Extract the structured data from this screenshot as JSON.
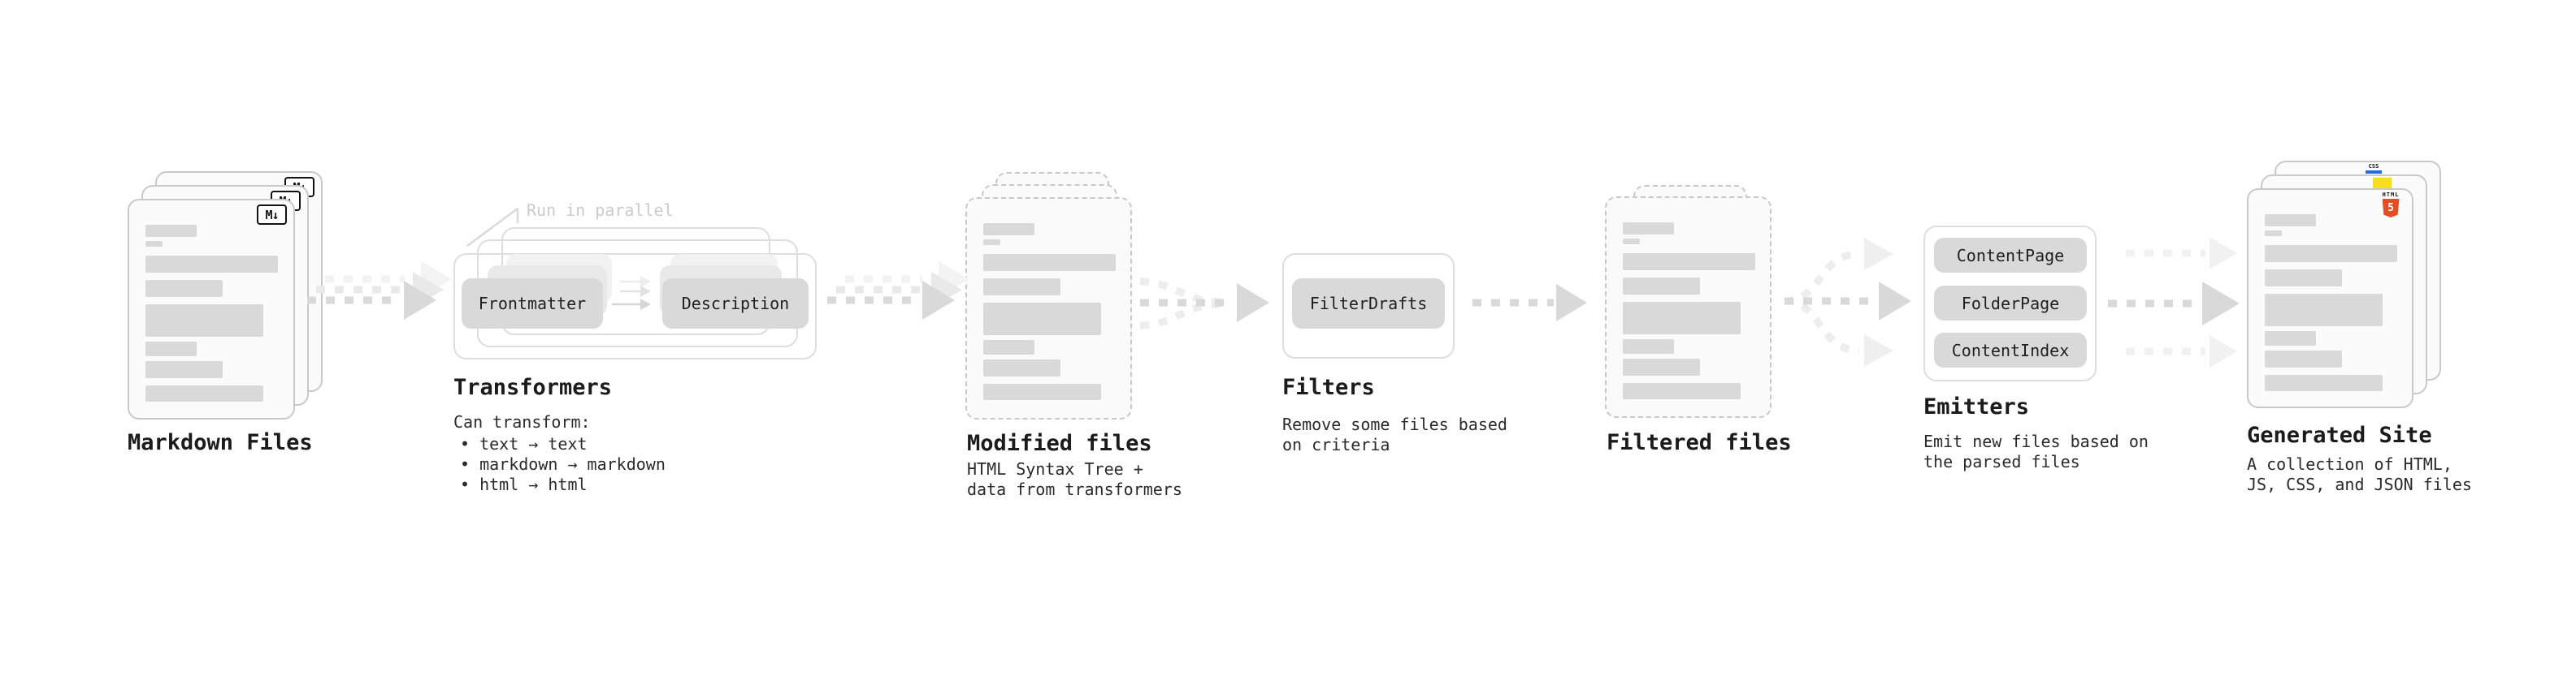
{
  "diagram": {
    "markdown_files": {
      "title": "Markdown Files",
      "badge": "M↓"
    },
    "transformers": {
      "title": "Transformers",
      "callout": "Run in parallel",
      "step1": "Frontmatter",
      "step2": "Description",
      "desc_heading": "Can transform:",
      "bullets": [
        "• text → text",
        "• markdown → markdown",
        "• html → html"
      ]
    },
    "modified_files": {
      "title": "Modified files",
      "desc": "HTML Syntax Tree +\ndata from transformers"
    },
    "filters": {
      "title": "Filters",
      "box": "FilterDrafts",
      "desc": "Remove some files based\non criteria"
    },
    "filtered_files": {
      "title": "Filtered files"
    },
    "emitters": {
      "title": "Emitters",
      "items": [
        "ContentPage",
        "FolderPage",
        "ContentIndex"
      ],
      "desc": "Emit new files based on\nthe parsed files"
    },
    "generated_site": {
      "title": "Generated Site",
      "desc": "A collection of HTML,\nJS, CSS, and JSON files",
      "html5_word": "HTML",
      "html5_five": "5",
      "css_word": "CSS"
    },
    "colors": {
      "html5_orange": "#e44d26",
      "js_yellow": "#f7df1e",
      "css_blue": "#2469e8",
      "bar_gray": "#d9d9d9",
      "arrow_gray": "#d9d9d9",
      "callout_gray": "#cbcbcb"
    }
  }
}
